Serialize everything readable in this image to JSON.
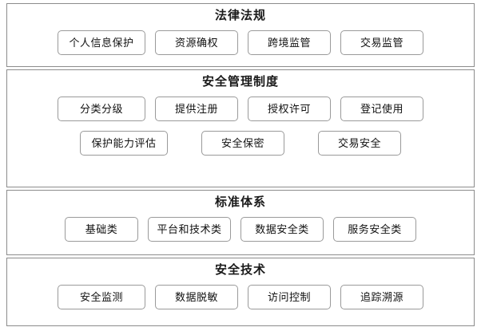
{
  "diagram": {
    "title_semantic": "data-security-governance-framework",
    "border_color": "#8c8c8c",
    "box_border_color": "#9a9a9a",
    "text_color": "#111111",
    "background": "#ffffff"
  },
  "sections": [
    {
      "title": "法律法规",
      "rows": [
        {
          "items": [
            "个人信息保护",
            "资源确权",
            "跨境监管",
            "交易监管"
          ]
        }
      ]
    },
    {
      "title": "安全管理制度",
      "rows": [
        {
          "items": [
            "分类分级",
            "提供注册",
            "授权许可",
            "登记使用"
          ]
        },
        {
          "items": [
            "保护能力评估",
            "安全保密",
            "交易安全"
          ]
        }
      ]
    },
    {
      "title": "标准体系",
      "rows": [
        {
          "items": [
            "基础类",
            "平台和技术类",
            "数据安全类",
            "服务安全类"
          ]
        }
      ]
    },
    {
      "title": "安全技术",
      "rows": [
        {
          "items": [
            "安全监测",
            "数据脱敏",
            "访问控制",
            "追踪溯源"
          ]
        }
      ]
    }
  ]
}
